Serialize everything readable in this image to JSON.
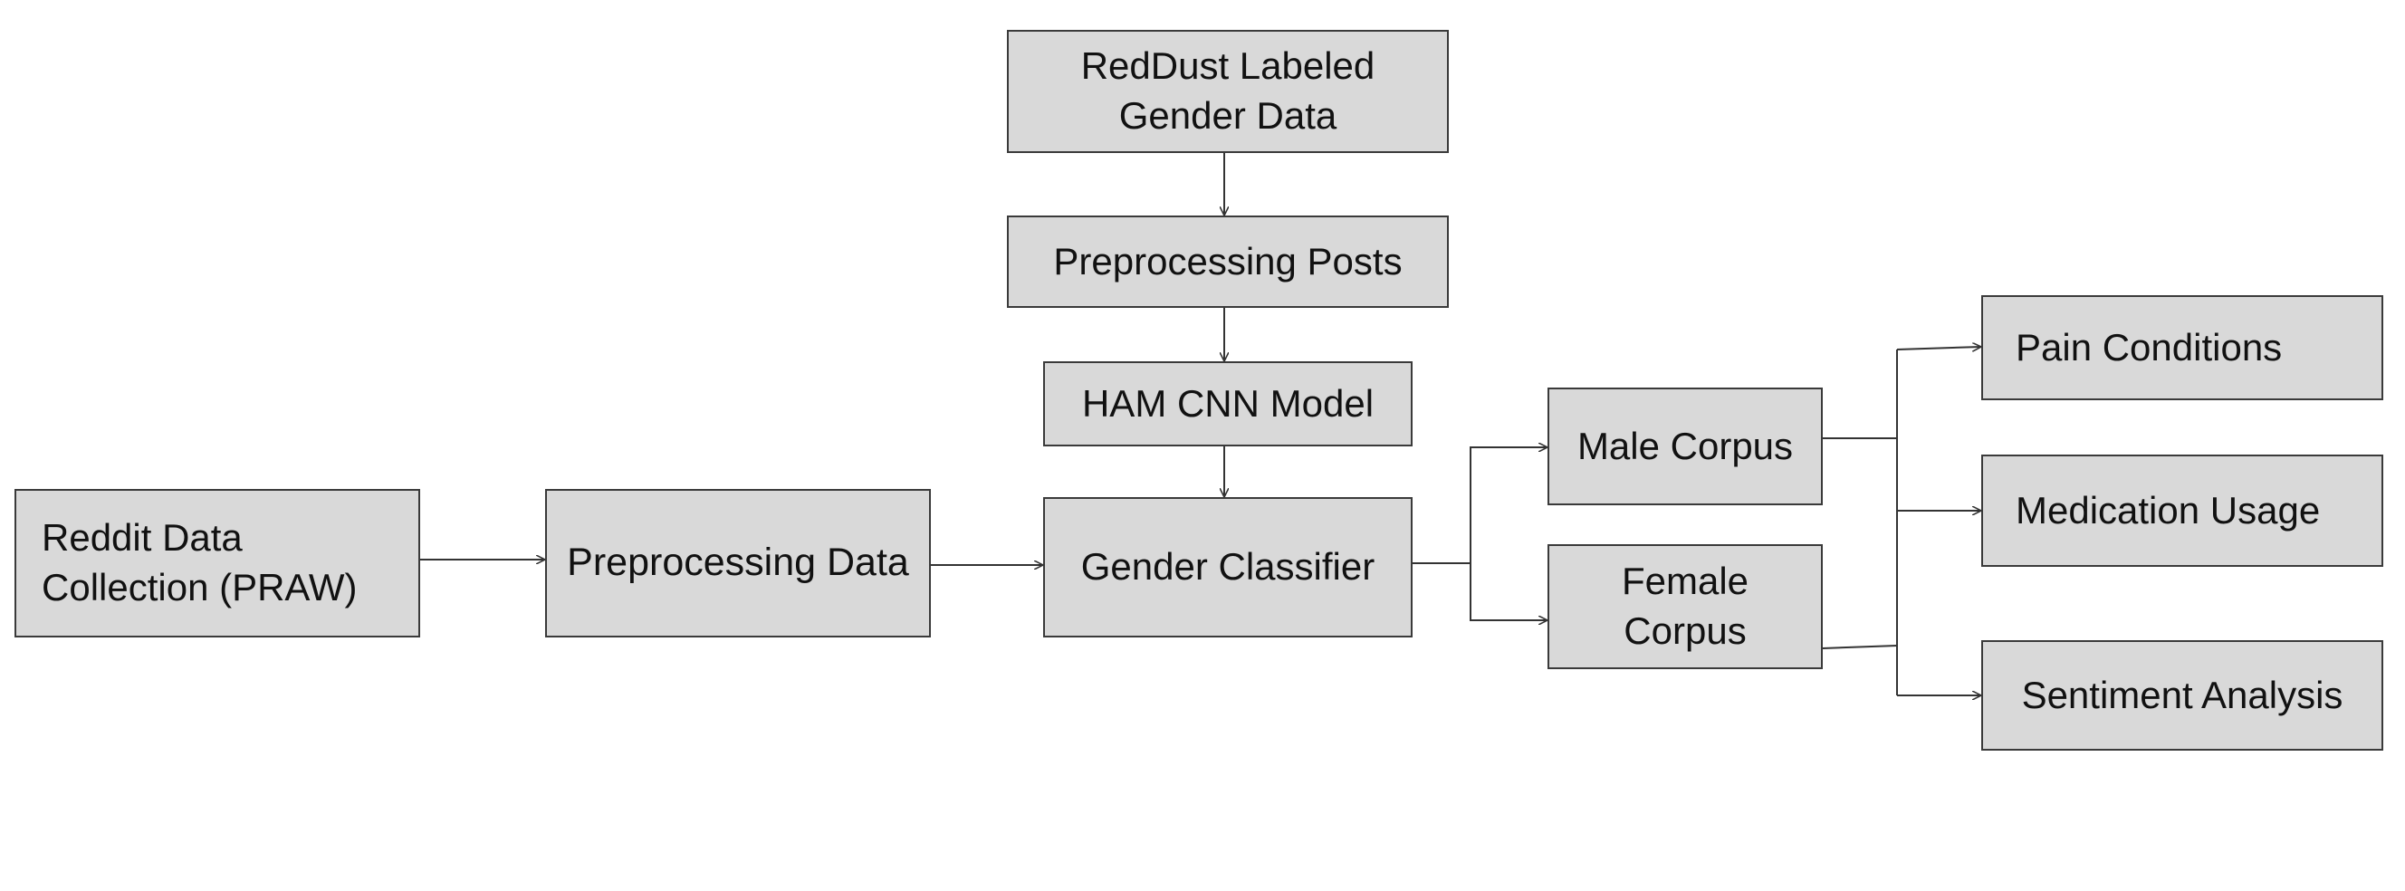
{
  "diagram": {
    "nodes": {
      "reddust": "RedDust Labeled\nGender Data",
      "preprocessing_posts": "Preprocessing Posts",
      "ham_cnn_model": "HAM CNN Model",
      "reddit_data_collection": "Reddit Data\nCollection (PRAW)",
      "preprocessing_data": "Preprocessing Data",
      "gender_classifier": "Gender Classifier",
      "male_corpus": "Male Corpus",
      "female_corpus": "Female\nCorpus",
      "pain_conditions": "Pain Conditions",
      "medication_usage": "Medication Usage",
      "sentiment_analysis": "Sentiment Analysis"
    },
    "edges": [
      {
        "from": "reddust",
        "to": "preprocessing_posts"
      },
      {
        "from": "preprocessing_posts",
        "to": "ham_cnn_model"
      },
      {
        "from": "ham_cnn_model",
        "to": "gender_classifier"
      },
      {
        "from": "reddit_data_collection",
        "to": "preprocessing_data"
      },
      {
        "from": "preprocessing_data",
        "to": "gender_classifier"
      },
      {
        "from": "gender_classifier",
        "to": "male_corpus"
      },
      {
        "from": "gender_classifier",
        "to": "female_corpus"
      },
      {
        "from": "male_corpus",
        "to": "pain_conditions"
      },
      {
        "from": "male_corpus",
        "to": "medication_usage"
      },
      {
        "from": "male_corpus",
        "to": "sentiment_analysis"
      },
      {
        "from": "female_corpus",
        "to": "pain_conditions"
      },
      {
        "from": "female_corpus",
        "to": "medication_usage"
      },
      {
        "from": "female_corpus",
        "to": "sentiment_analysis"
      }
    ],
    "colors": {
      "node_fill": "#d9d9d9",
      "node_border": "#3a3a3a",
      "edge": "#333333",
      "text": "#111111"
    }
  }
}
